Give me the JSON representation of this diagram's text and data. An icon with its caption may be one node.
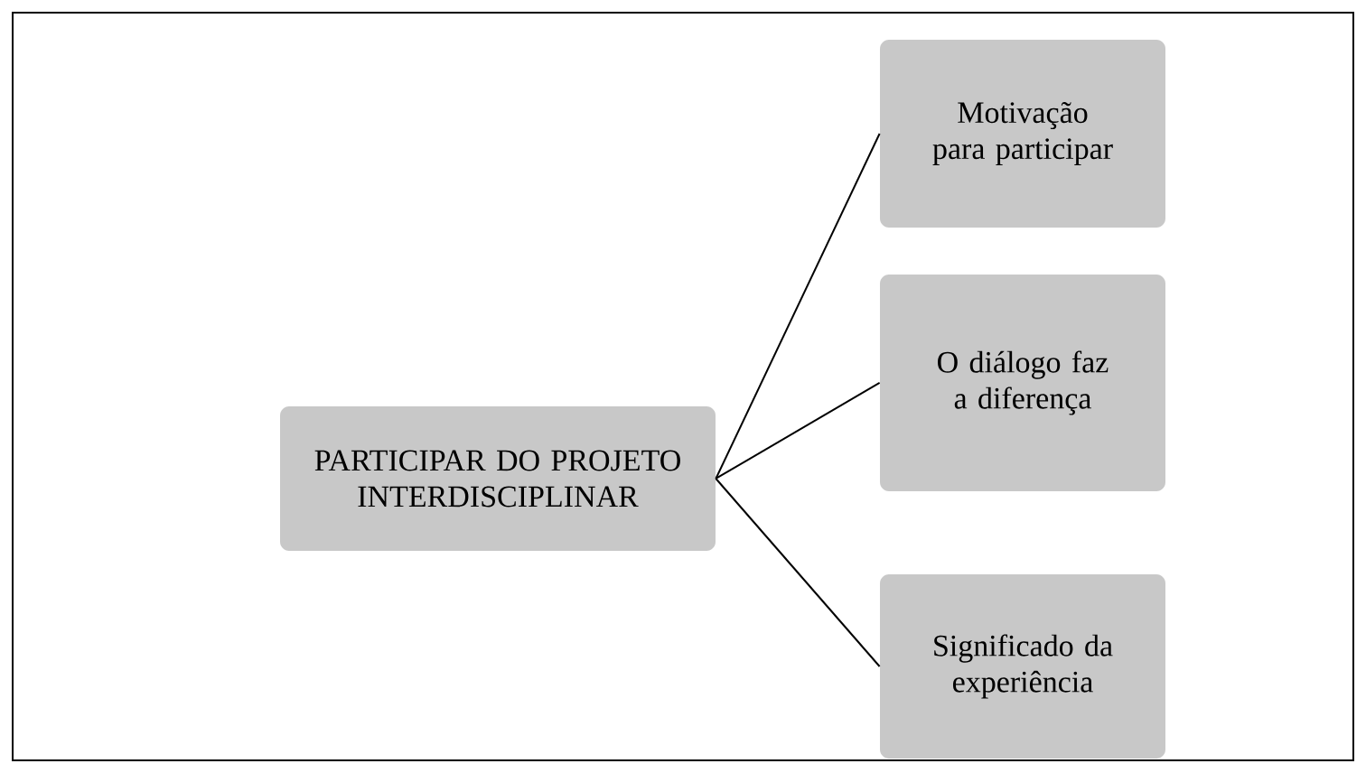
{
  "diagram": {
    "nodes": [
      {
        "text": [
          "PARTICIPAR DO PROJETO INTERDISCIPLINAR"
        ]
      },
      {
        "text": [
          "Motivação para participar"
        ]
      },
      {
        "text": [
          "O diálogo faz a diferença"
        ]
      },
      {
        "text": [
          "Significado da experiência"
        ]
      }
    ],
    "edges": [
      {
        "from": 0,
        "to": 1,
        "arrow": "none"
      },
      {
        "from": 0,
        "to": 2,
        "arrow": "none"
      },
      {
        "from": 0,
        "to": 3,
        "arrow": "none"
      }
    ]
  }
}
